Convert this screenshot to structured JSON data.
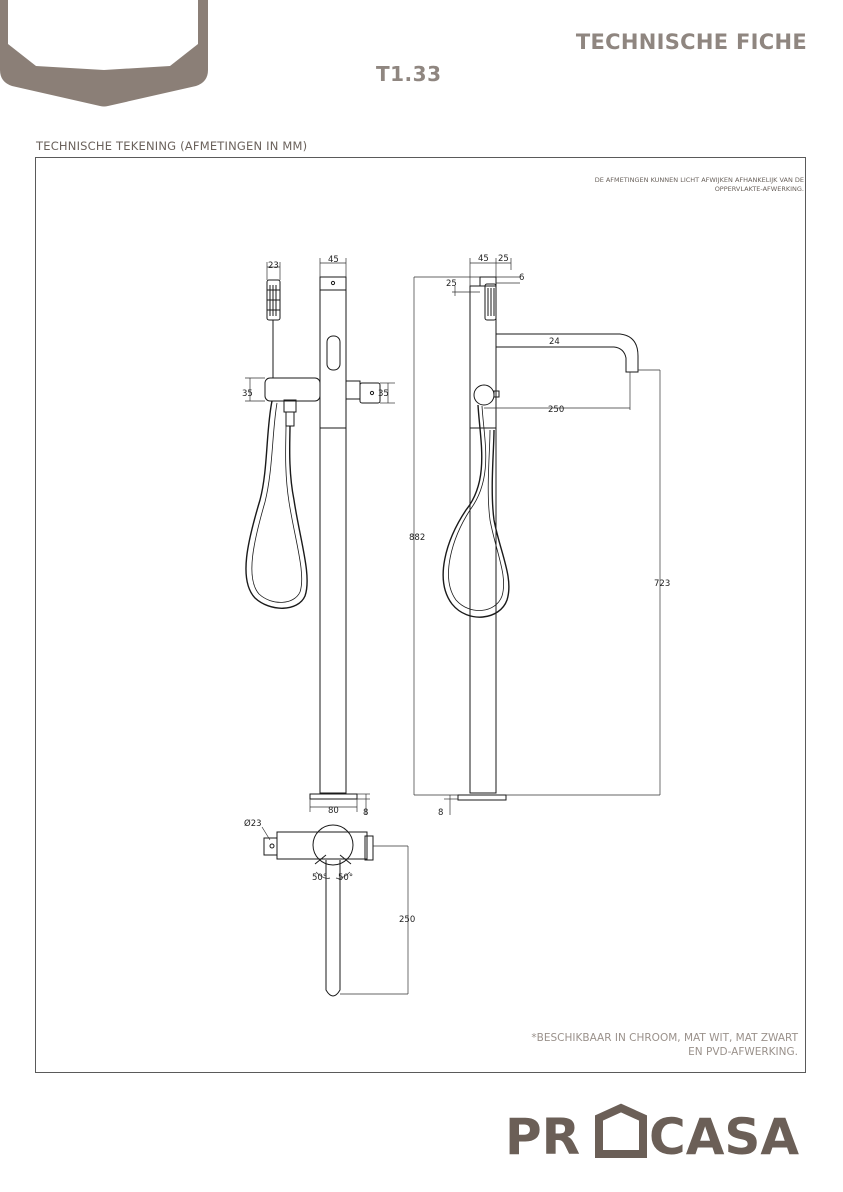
{
  "header": {
    "doc_title": "TECHNISCHE FICHE",
    "model_code": "T1.33"
  },
  "section": {
    "title": "TECHNISCHE TEKENING (AFMETINGEN IN MM)"
  },
  "notes": {
    "disclaimer_line1": "DE AFMETINGEN KUNNEN LICHT AFWIJKEN AFHANKELIJK VAN DE",
    "disclaimer_line2": "OPPERVLAKTE-AFWERKING.",
    "availability_line1": "*BESCHIKBAAR IN CHROOM, MAT WIT, MAT ZWART",
    "availability_line2": "EN PVD-AFWERKING."
  },
  "dimensions": {
    "front_handshower_width": "23",
    "front_column_width": "45",
    "front_bracket_left": "35",
    "front_bracket_right": "35",
    "front_base_width": "80",
    "front_base_height": "8",
    "side_column_width": "45",
    "side_top_offset": "25",
    "side_top_gap": "6",
    "side_shower_offset": "25",
    "side_spout_diameter": "24",
    "side_spout_reach": "250",
    "side_total_height": "882",
    "side_spout_height": "723",
    "side_base_height": "8",
    "top_diameter": "Ø23",
    "top_angle_left": "50°",
    "top_angle_right": "50°",
    "top_reach": "250"
  },
  "brand": {
    "logo_left": "PR",
    "logo_right": "CASA",
    "color": "#6b5f57"
  },
  "colors": {
    "accent": "#8f8680",
    "frame": "#5a5a5a"
  }
}
